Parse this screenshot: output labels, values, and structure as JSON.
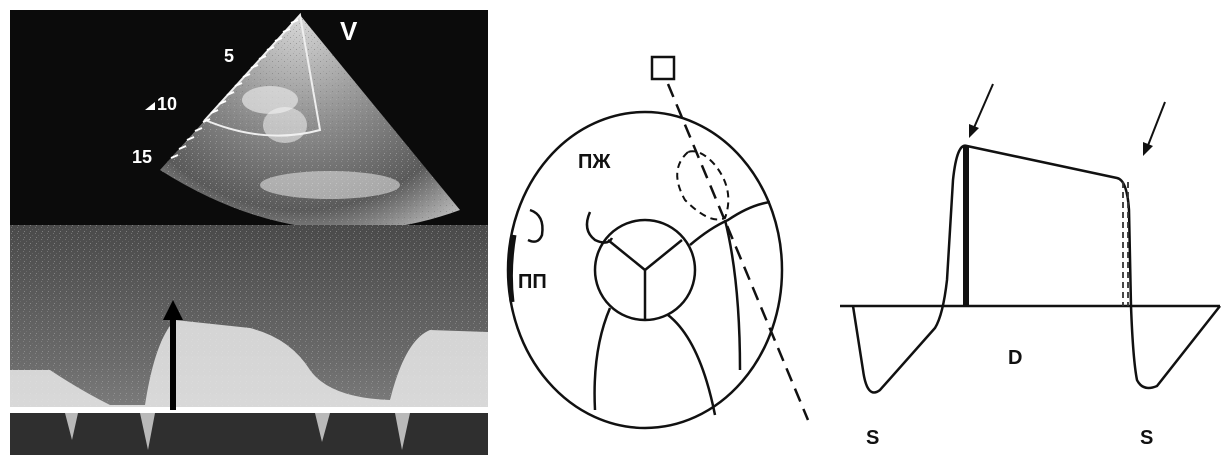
{
  "echo": {
    "view_label": "V",
    "depth_ticks": [
      "5",
      "10",
      "15"
    ]
  },
  "heart": {
    "label_rv": "ПЖ",
    "label_ra": "ПП"
  },
  "doppler": {
    "label_diastole": "D",
    "label_systole_left": "S",
    "label_systole_right": "S"
  }
}
